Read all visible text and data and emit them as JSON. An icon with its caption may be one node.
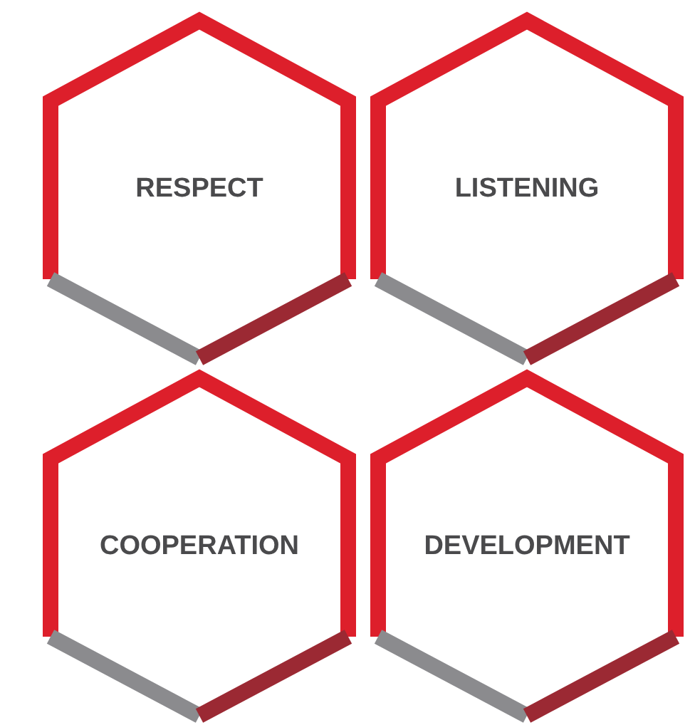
{
  "diagram": {
    "nodes": [
      {
        "text": [
          "RESPECT"
        ]
      },
      {
        "text": [
          "LISTENING"
        ]
      },
      {
        "text": [
          "COOPERATION"
        ]
      },
      {
        "text": [
          "DEVELOPMENT"
        ]
      }
    ]
  }
}
